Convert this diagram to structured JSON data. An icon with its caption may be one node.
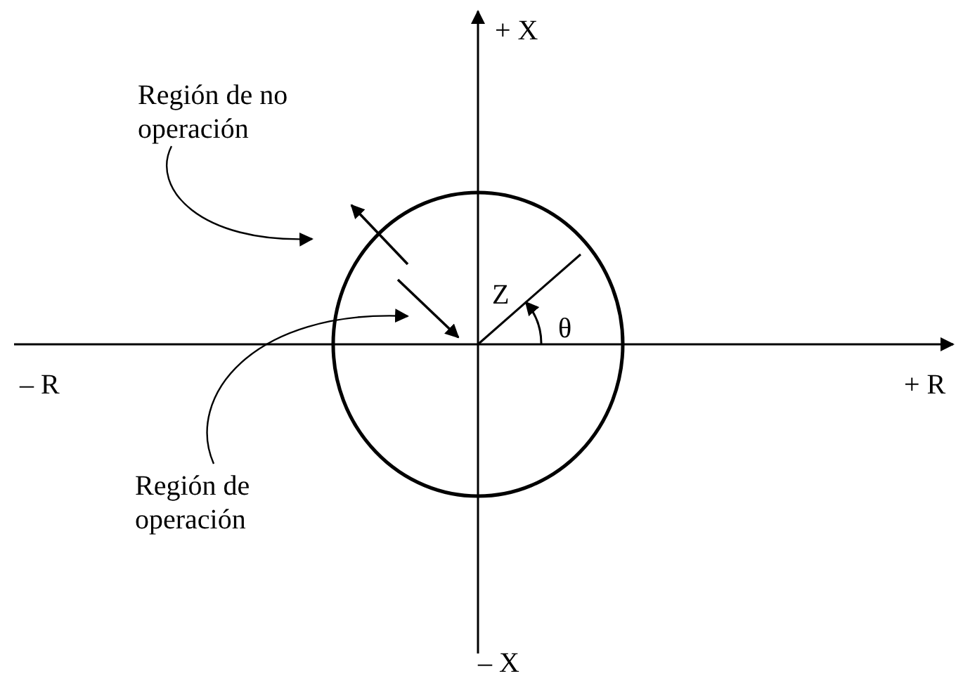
{
  "diagram": {
    "nodes": [
      {
        "text": [
          "Región de no operación"
        ]
      },
      {
        "text": [
          "Región de operación"
        ]
      },
      {
        "text": [],
        "shape": "circle"
      }
    ],
    "edges": [
      {
        "from": 0,
        "to": null,
        "arrow": "to"
      },
      {
        "from": 1,
        "to": 2,
        "arrow": "to"
      }
    ],
    "labels": [
      "+ X",
      "– R",
      "+ R",
      "– X",
      "Z",
      "θ"
    ]
  }
}
